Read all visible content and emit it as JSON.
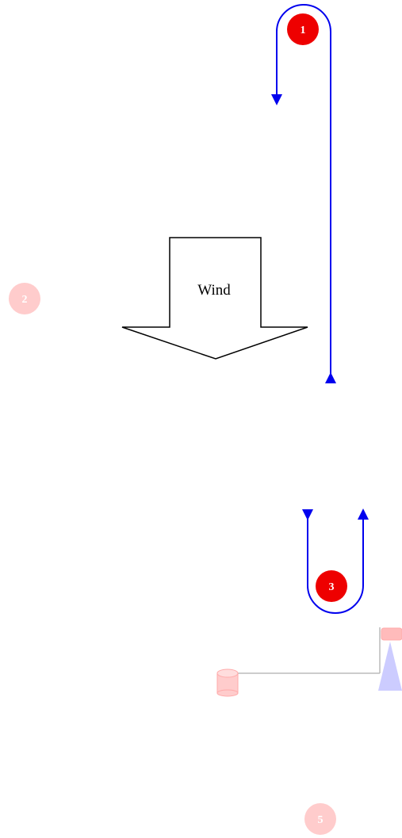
{
  "wind": {
    "label": "Wind"
  },
  "marks": [
    {
      "number": "1",
      "state": "active"
    },
    {
      "number": "2",
      "state": "faded"
    },
    {
      "number": "3",
      "state": "active"
    },
    {
      "number": "5",
      "state": "faded"
    }
  ],
  "colors": {
    "course_line": "#0000ee",
    "mark_active": "#ee0000",
    "mark_faded": "#ffcccc",
    "wind_arrow_stroke": "#000000",
    "committee_line": "#bbbbbb",
    "buoy_fill": "#ffcccc",
    "flag_fill": "#ffbbbb",
    "committee_boat_fill": "#ccccff"
  }
}
